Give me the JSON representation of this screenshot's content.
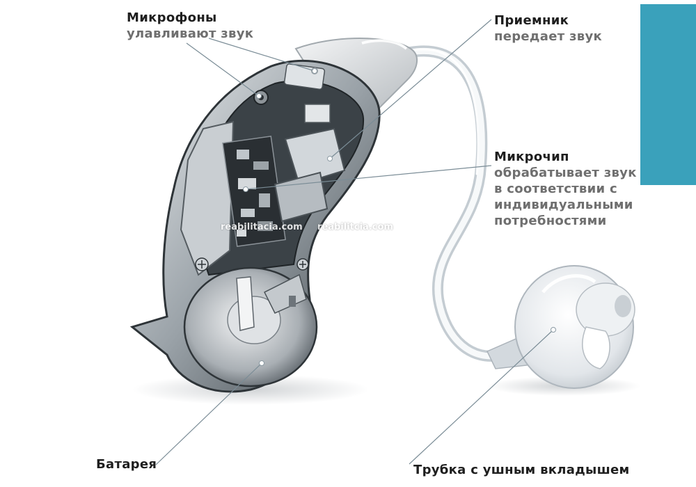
{
  "colors": {
    "accent": "#3aa1bb",
    "leader": "#7a8c96",
    "heading": "#1e1e1e",
    "description": "#6f6f6f"
  },
  "labels": {
    "microphones": {
      "title": "Микрофоны",
      "desc": "улавливают звук"
    },
    "receiver": {
      "title": "Приемник",
      "desc": "передает звук"
    },
    "chip": {
      "title": "Микрочип",
      "desc": [
        "обрабатывает звук",
        "в соответствии с",
        "индивидуальными",
        "потребностями"
      ]
    },
    "battery": {
      "title": "Батарея"
    },
    "tube": {
      "title": "Трубка с ушным вкладышем"
    }
  },
  "watermarks": [
    "reabilitacia.com",
    "reabilitcia.com"
  ]
}
